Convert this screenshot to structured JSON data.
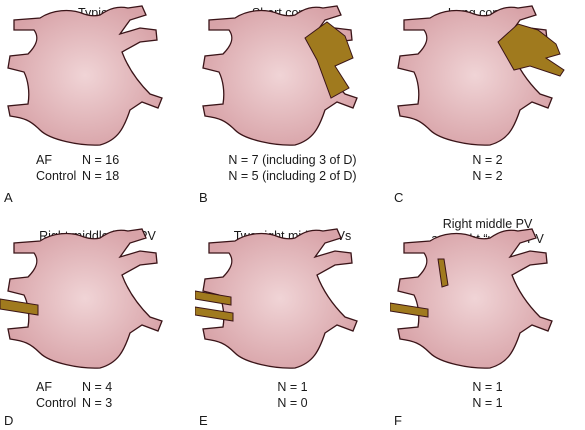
{
  "panels": [
    {
      "letter": "A",
      "title_lines": [
        "Typical"
      ],
      "counts": [
        {
          "label": "AF",
          "value": "N = 16"
        },
        {
          "label": "Control",
          "value": "N = 18"
        }
      ]
    },
    {
      "letter": "B",
      "title_lines": [
        "Short common",
        "left trunk"
      ],
      "counts": [
        {
          "label": "",
          "value": "N = 7 (including 3 of D)"
        },
        {
          "label": "",
          "value": "N = 5 (including 2 of D)"
        }
      ]
    },
    {
      "letter": "C",
      "title_lines": [
        "Long common",
        "left trunk"
      ],
      "counts": [
        {
          "label": "",
          "value": "N = 2"
        },
        {
          "label": "",
          "value": "N = 2"
        }
      ]
    },
    {
      "letter": "D",
      "title_lines": [
        "Right middle lobe PV"
      ],
      "counts": [
        {
          "label": "AF",
          "value": "N = 4"
        },
        {
          "label": "Control",
          "value": "N = 3"
        }
      ]
    },
    {
      "letter": "E",
      "title_lines": [
        "Two right middle PVs"
      ],
      "counts": [
        {
          "label": "",
          "value": "N = 1"
        },
        {
          "label": "",
          "value": "N = 0"
        }
      ]
    },
    {
      "letter": "F",
      "title_lines": [
        "Right middle PV",
        "and right “upper” PV"
      ],
      "counts": [
        {
          "label": "",
          "value": "N = 1"
        },
        {
          "label": "",
          "value": "N = 1"
        }
      ]
    }
  ],
  "colors": {
    "atrium": "#d8a3a8",
    "atrium_center": "#f0d4d6",
    "outline": "#3a1418",
    "highlight": "#a07a1e"
  }
}
